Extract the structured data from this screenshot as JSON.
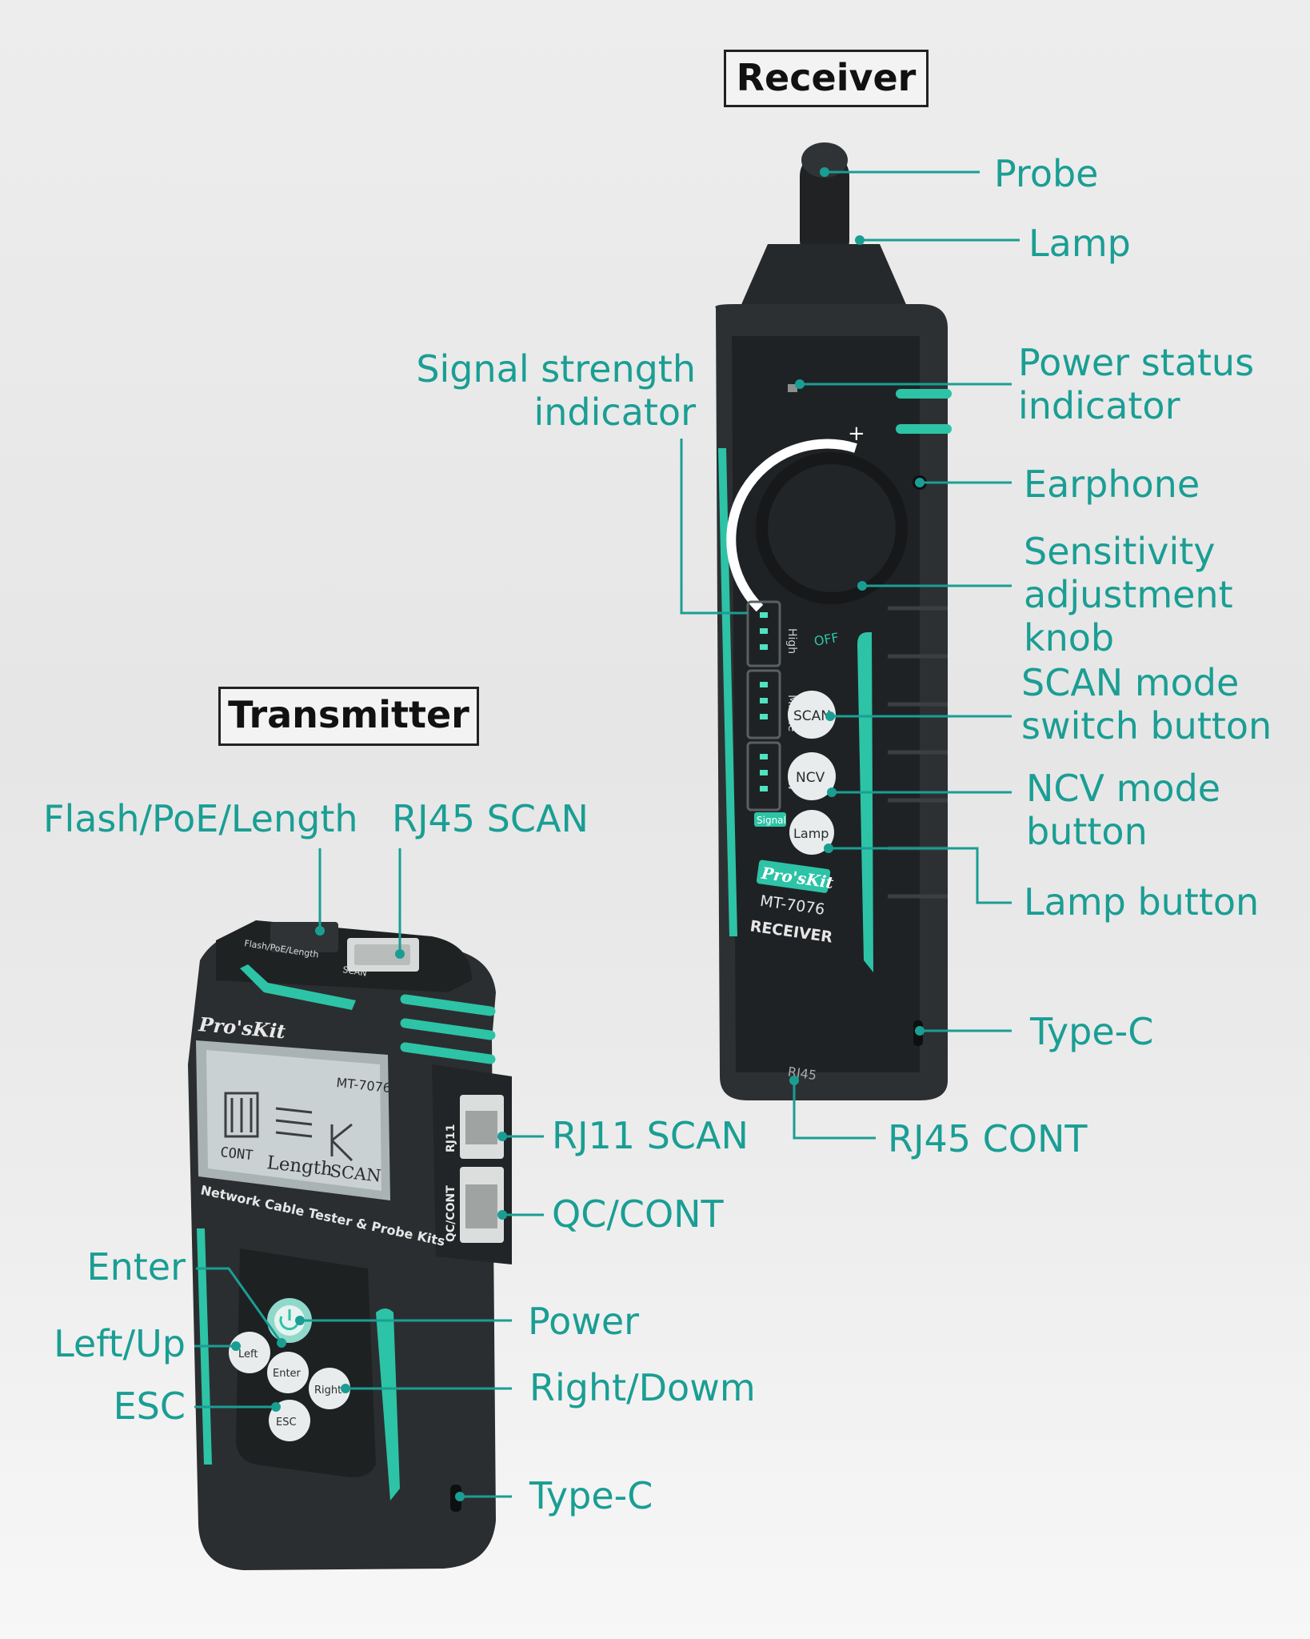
{
  "headings": {
    "receiver": "Receiver",
    "transmitter": "Transmitter"
  },
  "receiver_labels": {
    "probe": "Probe",
    "lamp": "Lamp",
    "power_status": "Power status\nindicator",
    "signal_strength": "Signal strength\nindicator",
    "earphone": "Earphone",
    "sensitivity": "Sensitivity\nadjustment\nknob",
    "scan_mode": "SCAN mode\nswitch button",
    "ncv_mode": "NCV mode\nbutton",
    "lamp_button": "Lamp button",
    "type_c": "Type-C",
    "rj45_cont": "RJ45 CONT"
  },
  "transmitter_labels": {
    "flash_poe_length": "Flash/PoE/Length",
    "rj45_scan": "RJ45 SCAN",
    "rj11_scan": "RJ11 SCAN",
    "qc_cont": "QC/CONT",
    "enter": "Enter",
    "left_up": "Left/Up",
    "esc": "ESC",
    "power": "Power",
    "right_down": "Right/Dowm",
    "type_c": "Type-C"
  },
  "receiver_device": {
    "brand": "Pro'sKit",
    "model": "MT-7076",
    "name": "RECEIVER",
    "signal_levels": [
      "High",
      "Middle",
      "Low"
    ],
    "signal_caption": "Signal",
    "buttons": [
      "SCAN",
      "NCV",
      "Lamp"
    ],
    "knob_plus": "+",
    "knob_off": "OFF",
    "port_mark": "RJ45"
  },
  "transmitter_device": {
    "brand": "Pro'sKit",
    "model": "MT-7076",
    "product_line": "Network Cable Tester & Probe Kits",
    "lcd_cont": "CONT",
    "lcd_length": "Length",
    "lcd_scan": "SCAN",
    "port_top_left": "Flash/PoE/Length",
    "port_top_right": "SCAN",
    "port_rj11": "RJ11",
    "port_qc": "QC/CONT",
    "btn_left": "Left",
    "btn_enter": "Enter",
    "btn_right": "Right",
    "btn_esc": "ESC"
  },
  "colors": {
    "accent": "#1a9e94",
    "device_body": "#2b2e30",
    "device_stripe": "#2dc3a6",
    "lcd": "#c9d1d2"
  }
}
